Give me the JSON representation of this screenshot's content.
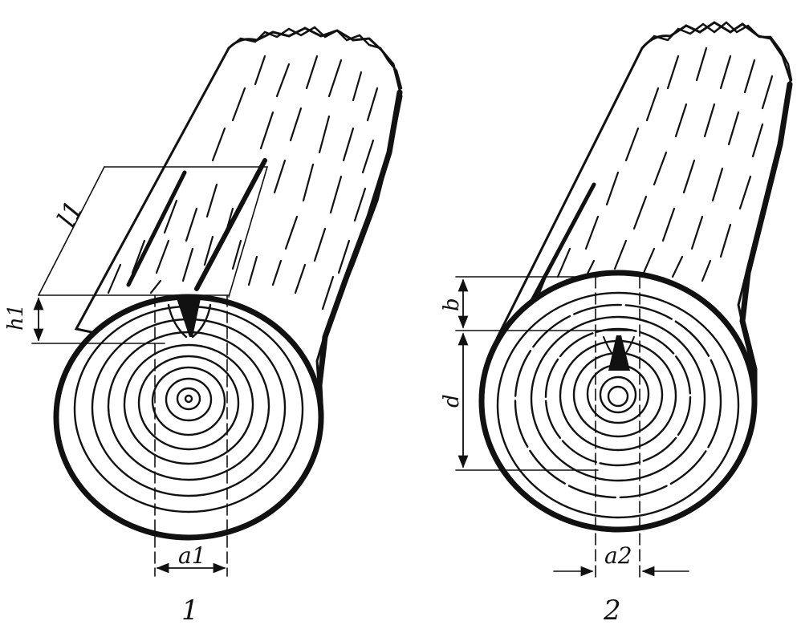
{
  "figure": {
    "log1": {
      "caption": "1",
      "labels": {
        "length": "l1",
        "height": "h1",
        "width": "a1"
      }
    },
    "log2": {
      "caption": "2",
      "labels": {
        "depth": "b",
        "distance": "d",
        "width": "a2"
      }
    }
  },
  "colors": {
    "ink": "#111111",
    "paper": "#ffffff"
  }
}
